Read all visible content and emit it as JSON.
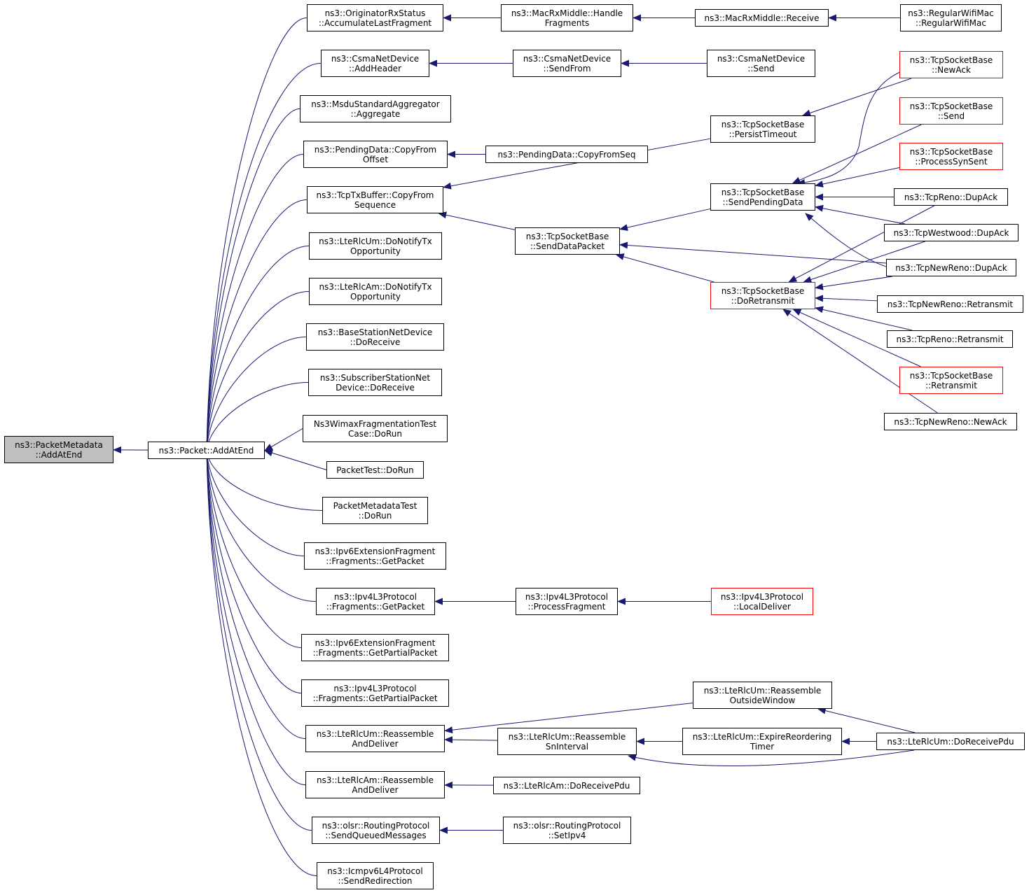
{
  "colors": {
    "edge": "#191970",
    "red_border": "#ff0000",
    "root_fill": "#bfbfbf",
    "border": "#000000"
  },
  "nodes": [
    {
      "id": "root",
      "lines": [
        "ns3::PacketMetadata",
        "::AddAtEnd"
      ],
      "style": "root"
    },
    {
      "id": "packet_add",
      "lines": [
        "ns3::Packet::AddAtEnd"
      ]
    },
    {
      "id": "orig_acc",
      "lines": [
        "ns3::OriginatorRxStatus",
        "::AccumulateLastFragment"
      ]
    },
    {
      "id": "csma_addh",
      "lines": [
        "ns3::CsmaNetDevice",
        "::AddHeader"
      ]
    },
    {
      "id": "msdu_agg",
      "lines": [
        "ns3::MsduStandardAggregator",
        "::Aggregate"
      ]
    },
    {
      "id": "pend_cfo",
      "lines": [
        "ns3::PendingData::CopyFrom",
        "Offset"
      ]
    },
    {
      "id": "tcptx_cfs",
      "lines": [
        "ns3::TcpTxBuffer::CopyFrom",
        "Sequence"
      ]
    },
    {
      "id": "lteum_dnt",
      "lines": [
        "ns3::LteRlcUm::DoNotifyTx",
        "Opportunity"
      ]
    },
    {
      "id": "lteam_dnt",
      "lines": [
        "ns3::LteRlcAm::DoNotifyTx",
        "Opportunity"
      ]
    },
    {
      "id": "bs_dorecv",
      "lines": [
        "ns3::BaseStationNetDevice",
        "::DoReceive"
      ]
    },
    {
      "id": "ss_dorecv",
      "lines": [
        "ns3::SubscriberStationNet",
        "Device::DoReceive"
      ]
    },
    {
      "id": "wimax_frag",
      "lines": [
        "Ns3WimaxFragmentationTest",
        "Case::DoRun"
      ]
    },
    {
      "id": "packettest",
      "lines": [
        "PacketTest::DoRun"
      ]
    },
    {
      "id": "pmdtest",
      "lines": [
        "PacketMetadataTest",
        "::DoRun"
      ]
    },
    {
      "id": "ipv6_getp",
      "lines": [
        "ns3::Ipv6ExtensionFragment",
        "::Fragments::GetPacket"
      ]
    },
    {
      "id": "ipv4_getp",
      "lines": [
        "ns3::Ipv4L3Protocol",
        "::Fragments::GetPacket"
      ]
    },
    {
      "id": "ipv6_getpp",
      "lines": [
        "ns3::Ipv6ExtensionFragment",
        "::Fragments::GetPartialPacket"
      ]
    },
    {
      "id": "ipv4_getpp",
      "lines": [
        "ns3::Ipv4L3Protocol",
        "::Fragments::GetPartialPacket"
      ]
    },
    {
      "id": "lteum_rad",
      "lines": [
        "ns3::LteRlcUm::Reassemble",
        "AndDeliver"
      ]
    },
    {
      "id": "lteam_rad",
      "lines": [
        "ns3::LteRlcAm::Reassemble",
        "AndDeliver"
      ]
    },
    {
      "id": "olsr_sqm",
      "lines": [
        "ns3::olsr::RoutingProtocol",
        "::SendQueuedMessages"
      ]
    },
    {
      "id": "icmpv6_sr",
      "lines": [
        "ns3::Icmpv6L4Protocol",
        "::SendRedirection"
      ]
    },
    {
      "id": "macrx_hf",
      "lines": [
        "ns3::MacRxMiddle::Handle",
        "Fragments"
      ]
    },
    {
      "id": "csma_sendfrom",
      "lines": [
        "ns3::CsmaNetDevice",
        "::SendFrom"
      ]
    },
    {
      "id": "pend_cfseq",
      "lines": [
        "ns3::PendingData::CopyFromSeq"
      ]
    },
    {
      "id": "tcp_sdp",
      "lines": [
        "ns3::TcpSocketBase",
        "::SendDataPacket"
      ]
    },
    {
      "id": "ipv4_procfrag",
      "lines": [
        "ns3::Ipv4L3Protocol",
        "::ProcessFragment"
      ]
    },
    {
      "id": "lteum_rsi",
      "lines": [
        "ns3::LteRlcUm::Reassemble",
        "SnInterval"
      ]
    },
    {
      "id": "lteam_drp",
      "lines": [
        "ns3::LteRlcAm::DoReceivePdu"
      ]
    },
    {
      "id": "olsr_setipv4",
      "lines": [
        "ns3::olsr::RoutingProtocol",
        "::SetIpv4"
      ]
    },
    {
      "id": "macrx_recv",
      "lines": [
        "ns3::MacRxMiddle::Receive"
      ]
    },
    {
      "id": "csma_send",
      "lines": [
        "ns3::CsmaNetDevice",
        "::Send"
      ]
    },
    {
      "id": "tcp_persist",
      "lines": [
        "ns3::TcpSocketBase",
        "::PersistTimeout"
      ]
    },
    {
      "id": "tcp_spd",
      "lines": [
        "ns3::TcpSocketBase",
        "::SendPendingData"
      ]
    },
    {
      "id": "tcp_doretx",
      "lines": [
        "ns3::TcpSocketBase",
        "::DoRetransmit"
      ],
      "style": "red"
    },
    {
      "id": "ipv4_localdel",
      "lines": [
        "ns3::Ipv4L3Protocol",
        "::LocalDeliver"
      ],
      "style": "red"
    },
    {
      "id": "lteum_row",
      "lines": [
        "ns3::LteRlcUm::Reassemble",
        "OutsideWindow"
      ]
    },
    {
      "id": "lteum_ert",
      "lines": [
        "ns3::LteRlcUm::ExpireReordering",
        "Timer"
      ]
    },
    {
      "id": "regwifi",
      "lines": [
        "ns3::RegularWifiMac",
        "::RegularWifiMac"
      ]
    },
    {
      "id": "tcp_newack",
      "lines": [
        "ns3::TcpSocketBase",
        "::NewAck"
      ],
      "style": "red"
    },
    {
      "id": "tcp_send",
      "lines": [
        "ns3::TcpSocketBase",
        "::Send"
      ],
      "style": "red"
    },
    {
      "id": "tcp_pss",
      "lines": [
        "ns3::TcpSocketBase",
        "::ProcessSynSent"
      ],
      "style": "red"
    },
    {
      "id": "reno_dupack",
      "lines": [
        "ns3::TcpReno::DupAck"
      ]
    },
    {
      "id": "westwood_dupack",
      "lines": [
        "ns3::TcpWestwood::DupAck"
      ]
    },
    {
      "id": "newreno_dupack",
      "lines": [
        "ns3::TcpNewReno::DupAck"
      ]
    },
    {
      "id": "newreno_retx",
      "lines": [
        "ns3::TcpNewReno::Retransmit"
      ]
    },
    {
      "id": "reno_retx",
      "lines": [
        "ns3::TcpReno::Retransmit"
      ]
    },
    {
      "id": "tcp_retx",
      "lines": [
        "ns3::TcpSocketBase",
        "::Retransmit"
      ],
      "style": "red"
    },
    {
      "id": "newreno_newack",
      "lines": [
        "ns3::TcpNewReno::NewAck"
      ]
    },
    {
      "id": "lteum_drp",
      "lines": [
        "ns3::LteRlcUm::DoReceivePdu"
      ]
    }
  ],
  "edges": [
    {
      "from": "packet_add",
      "to": "root"
    },
    {
      "from": "orig_acc",
      "to": "packet_add"
    },
    {
      "from": "csma_addh",
      "to": "packet_add"
    },
    {
      "from": "msdu_agg",
      "to": "packet_add"
    },
    {
      "from": "pend_cfo",
      "to": "packet_add"
    },
    {
      "from": "tcptx_cfs",
      "to": "packet_add"
    },
    {
      "from": "lteum_dnt",
      "to": "packet_add"
    },
    {
      "from": "lteam_dnt",
      "to": "packet_add"
    },
    {
      "from": "bs_dorecv",
      "to": "packet_add"
    },
    {
      "from": "ss_dorecv",
      "to": "packet_add"
    },
    {
      "from": "wimax_frag",
      "to": "packet_add"
    },
    {
      "from": "packettest",
      "to": "packet_add"
    },
    {
      "from": "pmdtest",
      "to": "packet_add"
    },
    {
      "from": "ipv6_getp",
      "to": "packet_add"
    },
    {
      "from": "ipv4_getp",
      "to": "packet_add"
    },
    {
      "from": "ipv6_getpp",
      "to": "packet_add"
    },
    {
      "from": "ipv4_getpp",
      "to": "packet_add"
    },
    {
      "from": "lteum_rad",
      "to": "packet_add"
    },
    {
      "from": "lteam_rad",
      "to": "packet_add"
    },
    {
      "from": "olsr_sqm",
      "to": "packet_add"
    },
    {
      "from": "icmpv6_sr",
      "to": "packet_add"
    },
    {
      "from": "macrx_hf",
      "to": "orig_acc"
    },
    {
      "from": "macrx_recv",
      "to": "macrx_hf"
    },
    {
      "from": "regwifi",
      "to": "macrx_recv"
    },
    {
      "from": "csma_sendfrom",
      "to": "csma_addh"
    },
    {
      "from": "csma_send",
      "to": "csma_sendfrom"
    },
    {
      "from": "pend_cfseq",
      "to": "pend_cfo"
    },
    {
      "from": "tcp_persist",
      "to": "tcptx_cfs"
    },
    {
      "from": "tcp_sdp",
      "to": "tcptx_cfs"
    },
    {
      "from": "tcp_newack",
      "to": "tcp_persist"
    },
    {
      "from": "tcp_spd",
      "to": "tcp_sdp"
    },
    {
      "from": "tcp_doretx",
      "to": "tcp_sdp"
    },
    {
      "from": "newreno_dupack",
      "to": "tcp_sdp"
    },
    {
      "from": "tcp_newack",
      "to": "tcp_spd"
    },
    {
      "from": "tcp_send",
      "to": "tcp_spd"
    },
    {
      "from": "tcp_pss",
      "to": "tcp_spd"
    },
    {
      "from": "reno_dupack",
      "to": "tcp_spd"
    },
    {
      "from": "westwood_dupack",
      "to": "tcp_spd"
    },
    {
      "from": "newreno_dupack",
      "to": "tcp_spd"
    },
    {
      "from": "reno_dupack",
      "to": "tcp_doretx"
    },
    {
      "from": "westwood_dupack",
      "to": "tcp_doretx"
    },
    {
      "from": "newreno_dupack",
      "to": "tcp_doretx"
    },
    {
      "from": "newreno_retx",
      "to": "tcp_doretx"
    },
    {
      "from": "reno_retx",
      "to": "tcp_doretx"
    },
    {
      "from": "tcp_retx",
      "to": "tcp_doretx"
    },
    {
      "from": "newreno_newack",
      "to": "tcp_doretx"
    },
    {
      "from": "ipv4_procfrag",
      "to": "ipv4_getp"
    },
    {
      "from": "ipv4_localdel",
      "to": "ipv4_procfrag"
    },
    {
      "from": "lteum_row",
      "to": "lteum_rad"
    },
    {
      "from": "lteum_rsi",
      "to": "lteum_rad"
    },
    {
      "from": "lteum_drp",
      "to": "lteum_row"
    },
    {
      "from": "lteum_ert",
      "to": "lteum_rsi"
    },
    {
      "from": "lteum_drp",
      "to": "lteum_rsi"
    },
    {
      "from": "lteum_drp",
      "to": "lteum_ert"
    },
    {
      "from": "lteam_drp",
      "to": "lteam_rad"
    },
    {
      "from": "olsr_setipv4",
      "to": "olsr_sqm"
    }
  ]
}
